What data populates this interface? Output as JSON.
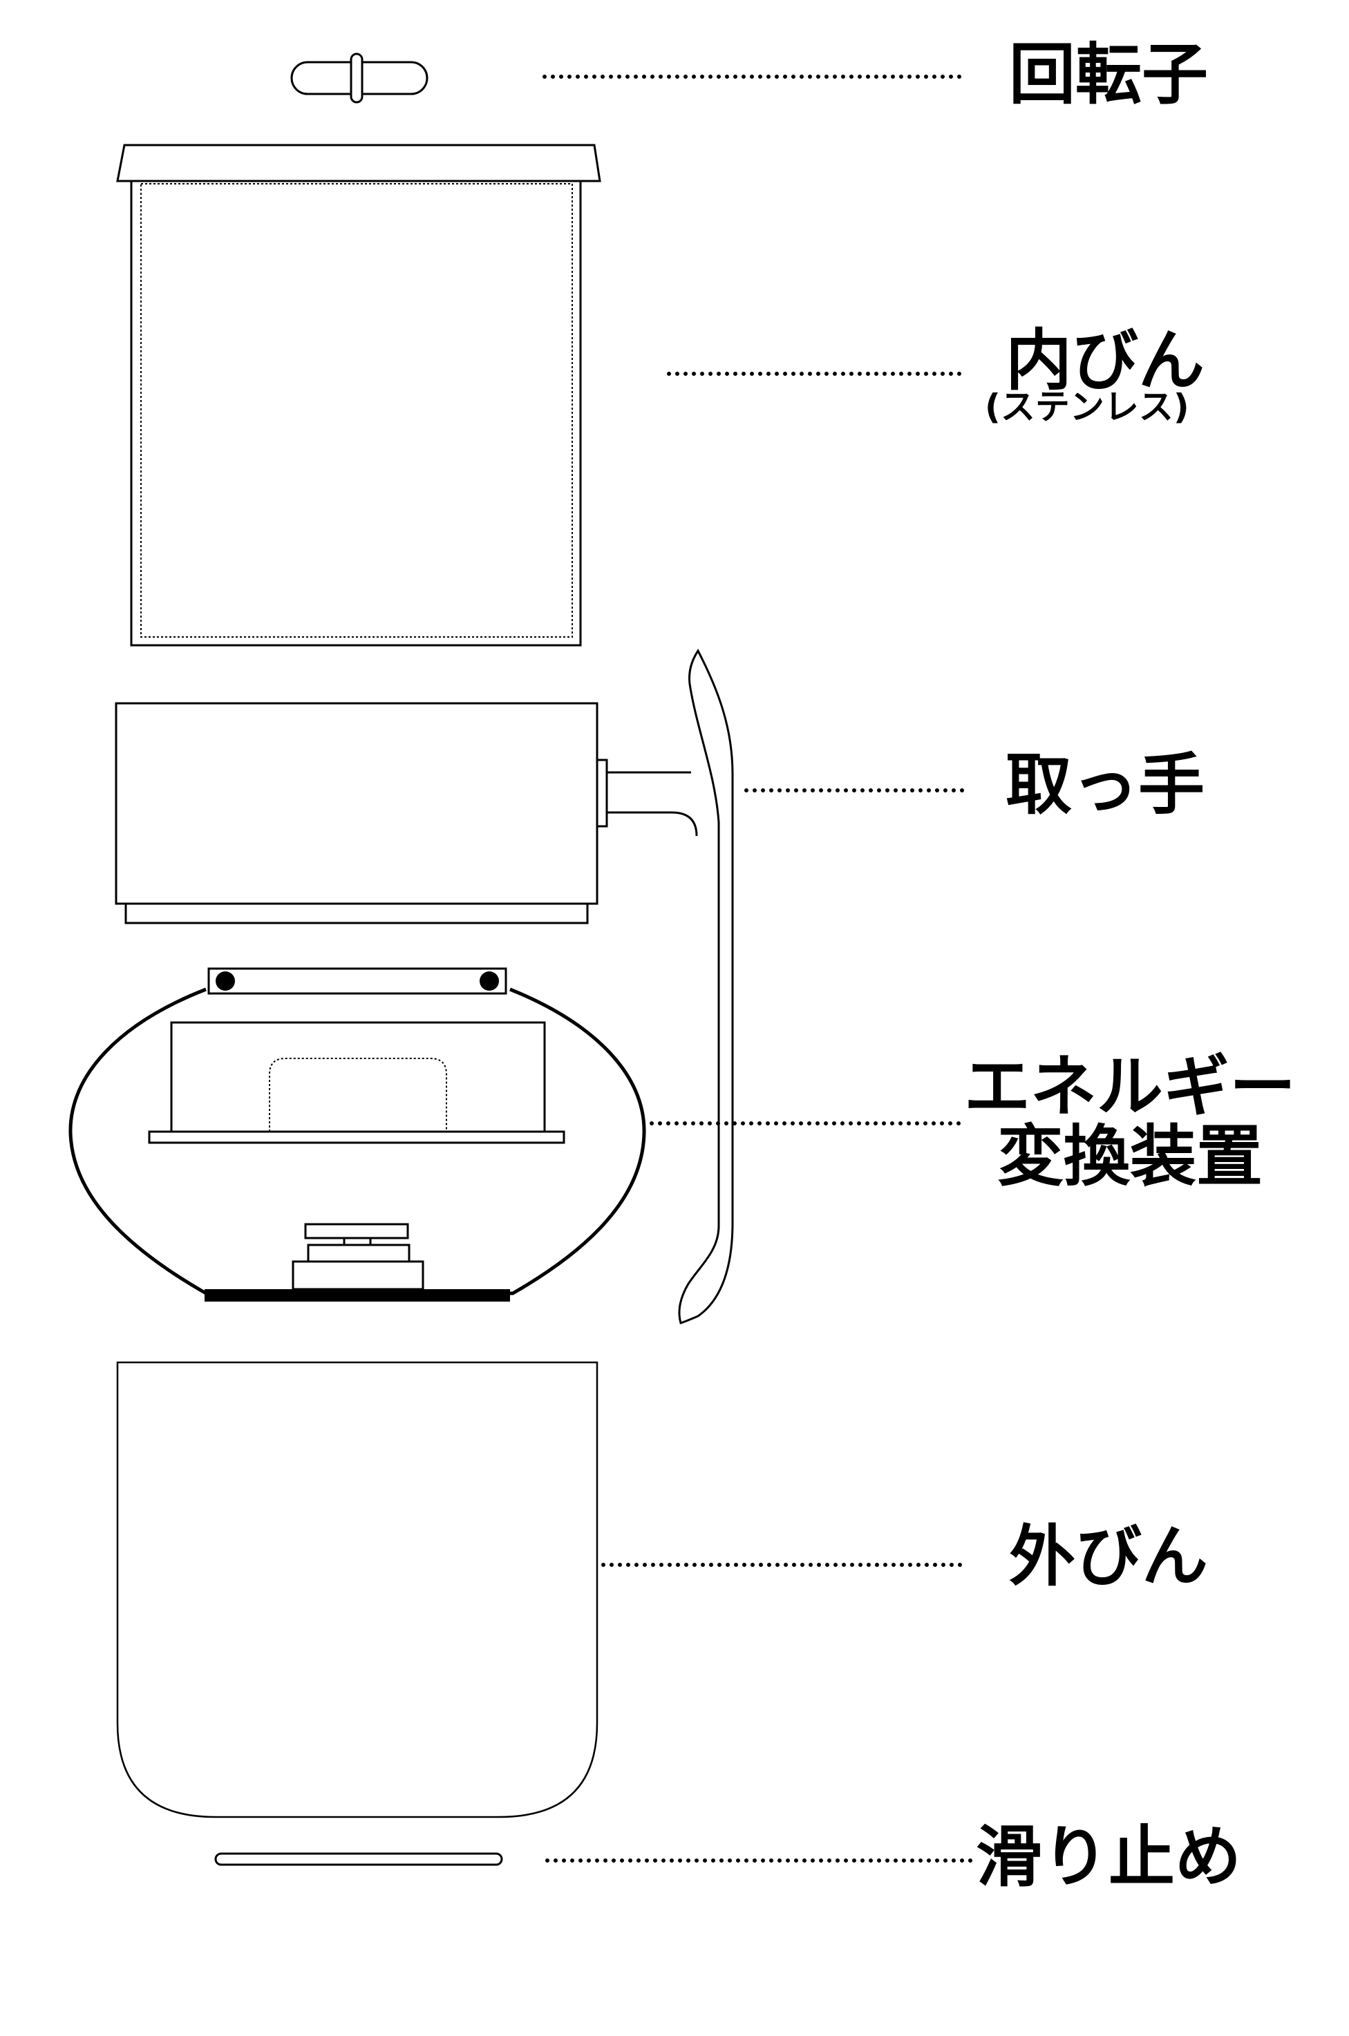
{
  "labels": {
    "rotor": "回転子",
    "inner_bottle": "内びん",
    "inner_bottle_note": "(ステンレス)",
    "handle": "取っ手",
    "energy_line1": "エネルギー",
    "energy_line2": "変換装置",
    "outer_bottle": "外びん",
    "non_slip": "滑り止め"
  },
  "colors": {
    "stroke": "#000000",
    "background": "#ffffff"
  }
}
